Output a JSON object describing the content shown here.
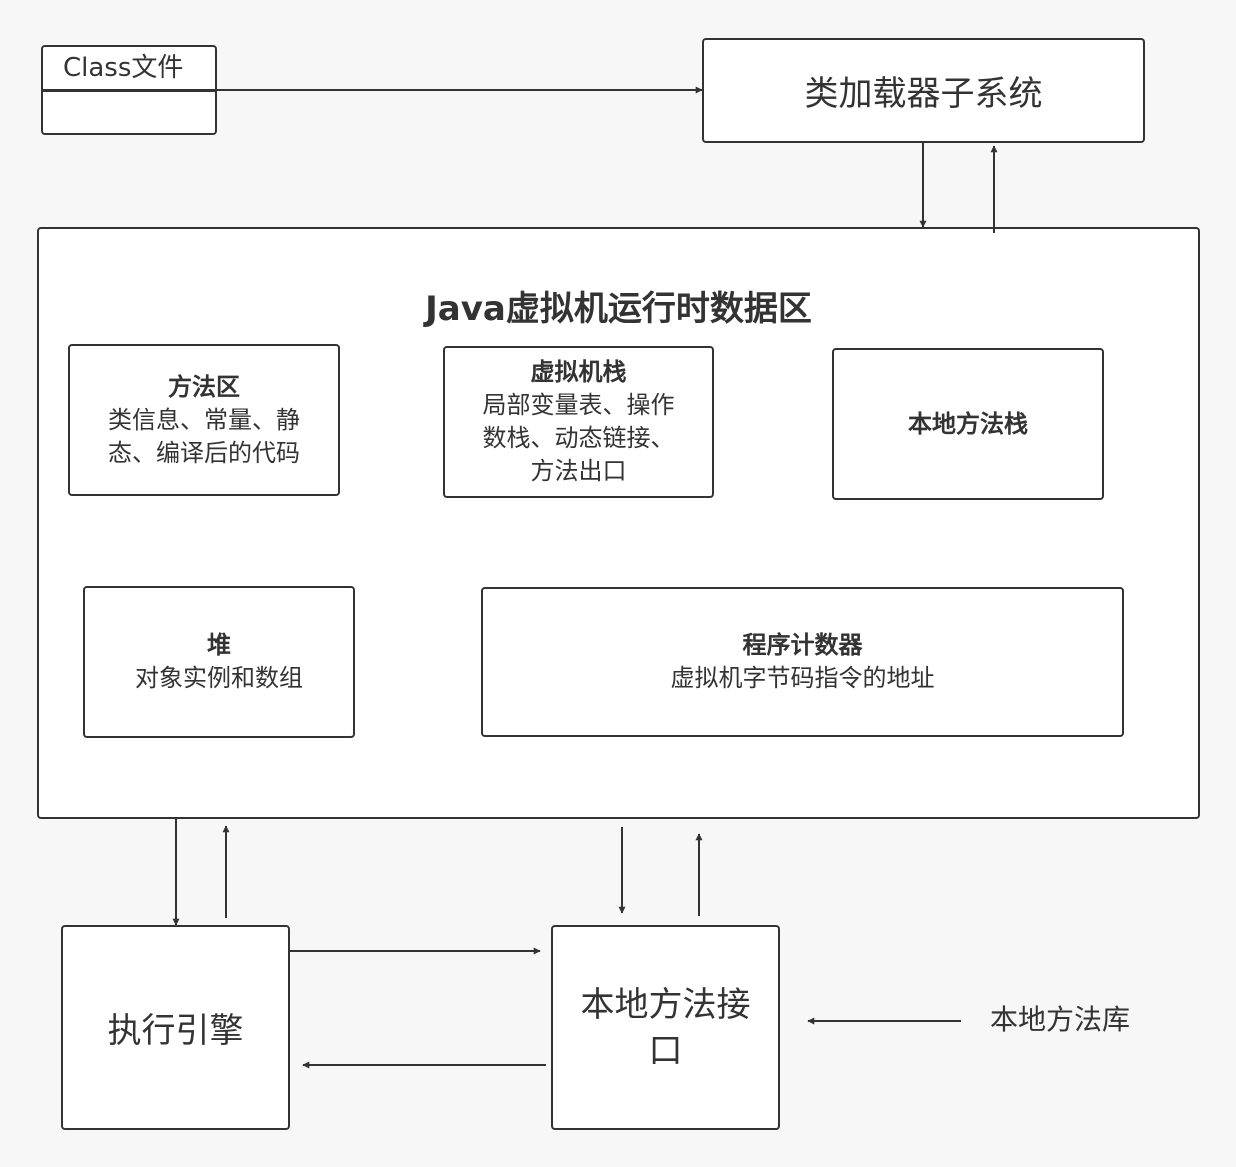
{
  "class_file": {
    "title": "Class文件"
  },
  "class_loader": {
    "label": "类加载器子系统"
  },
  "runtime_area": {
    "title": "Java虚拟机运行时数据区",
    "method_area": {
      "title": "方法区",
      "lines": [
        "类信息、常量、静",
        "态、编译后的代码"
      ]
    },
    "vm_stack": {
      "title": "虚拟机栈",
      "lines": [
        "局部变量表、操作",
        "数栈、动态链接、",
        "方法出口"
      ]
    },
    "native_stack": {
      "title": "本地方法栈"
    },
    "heap": {
      "title": "堆",
      "lines": [
        "对象实例和数组"
      ]
    },
    "pc_register": {
      "title": "程序计数器",
      "lines": [
        "虚拟机字节码指令的地址"
      ]
    }
  },
  "execution_engine": {
    "label": "执行引擎"
  },
  "native_interface": {
    "lines": [
      "本地方法接",
      "口"
    ]
  },
  "native_library": {
    "label": "本地方法库"
  },
  "colors": {
    "line": "#333333",
    "background": "#f7f7f7",
    "box_fill": "#ffffff"
  }
}
